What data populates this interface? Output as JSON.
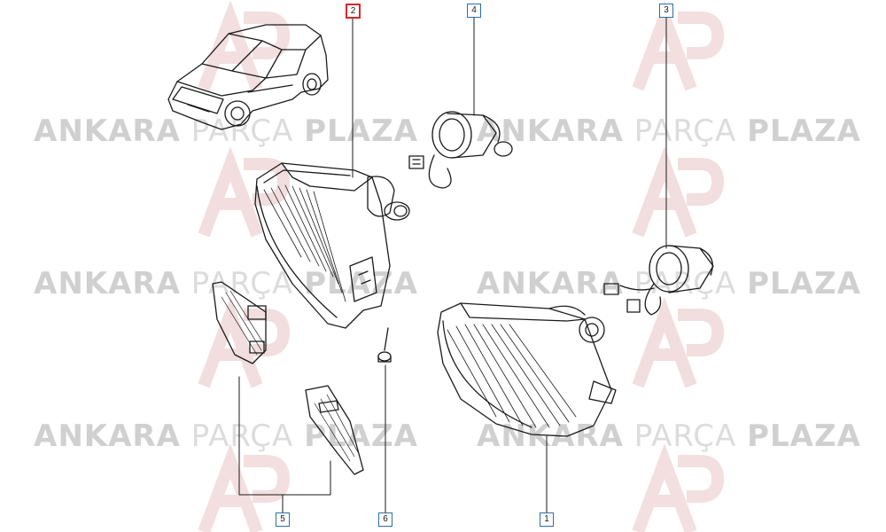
{
  "watermark": {
    "brand_part1": "ANKARA",
    "brand_part2": "PARÇA",
    "brand_part3": "PLAZA"
  },
  "callouts": [
    {
      "label": "2",
      "active": true
    },
    {
      "label": "4",
      "active": false
    },
    {
      "label": "3",
      "active": false
    },
    {
      "label": "5",
      "active": false
    },
    {
      "label": "6",
      "active": false
    },
    {
      "label": "1",
      "active": false
    }
  ],
  "colors": {
    "line": "#1a1a1a",
    "callout_border": "#2a6fa8",
    "callout_active": "#d8262b",
    "watermark": "#d9d9d9",
    "watermark_logo": "#e8c9c9"
  }
}
